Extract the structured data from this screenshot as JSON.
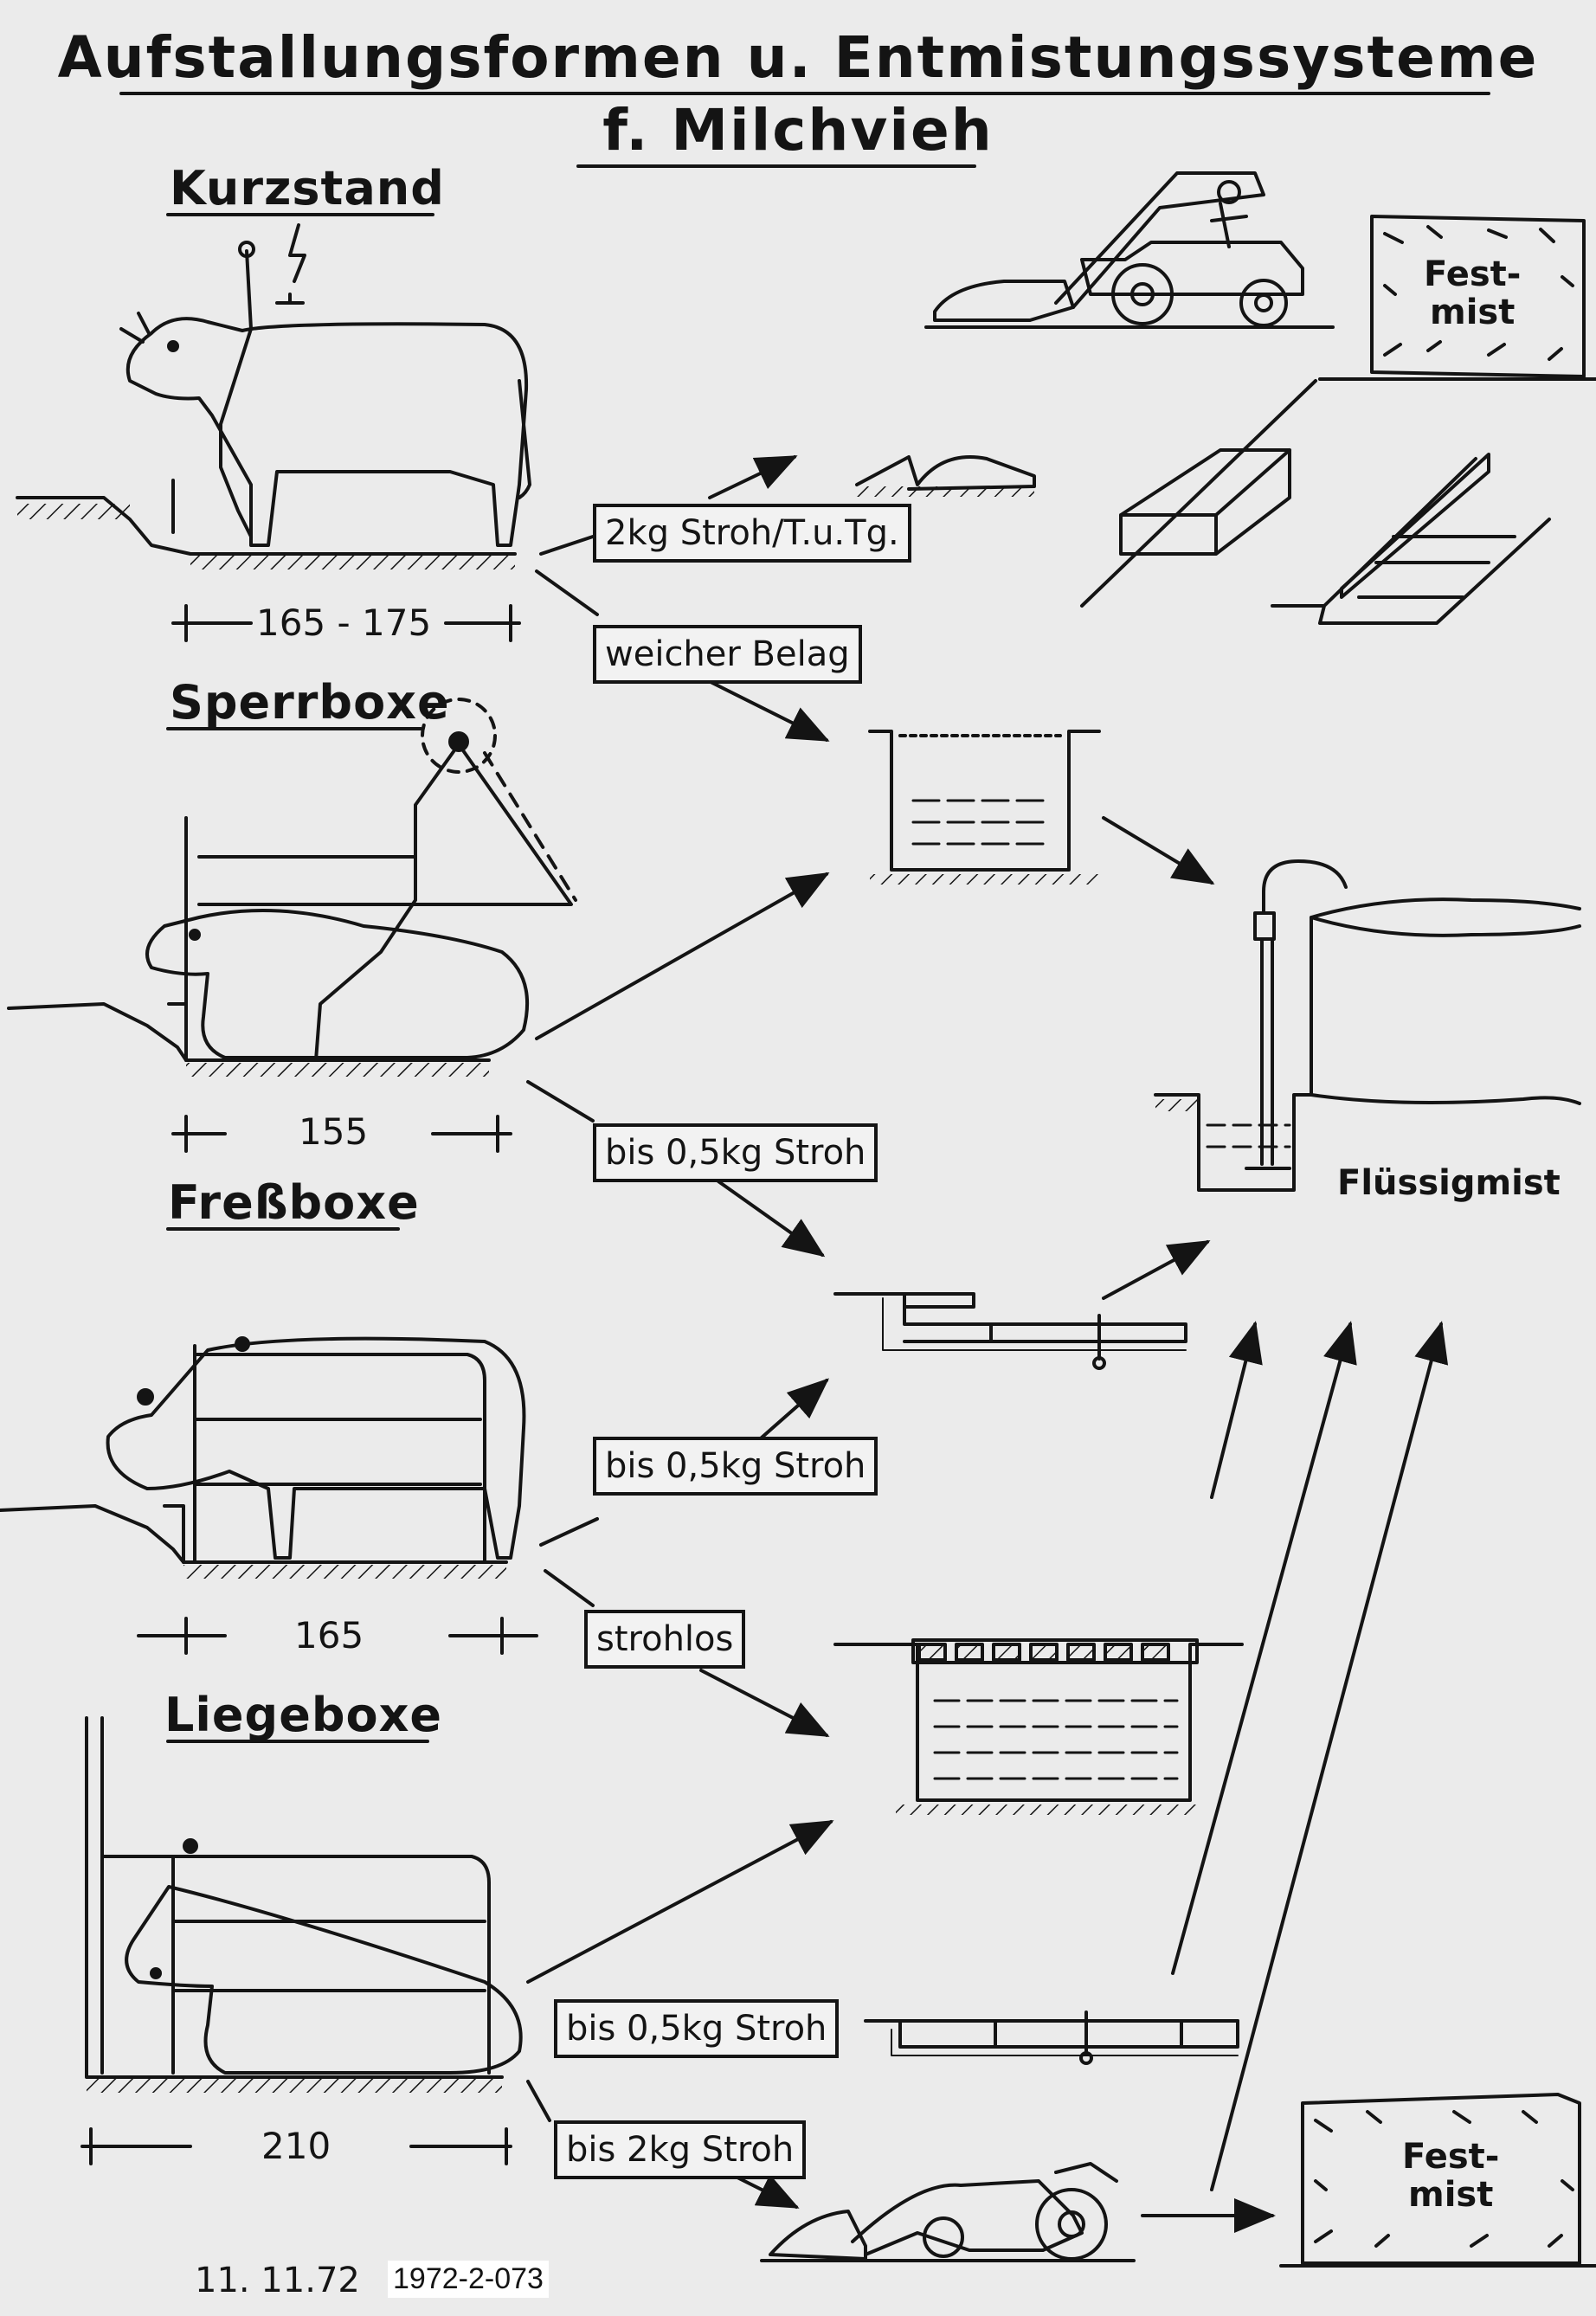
{
  "title": {
    "line1": "Aufstallungsformen u. Entmistungssysteme",
    "line2": "f. Milchvieh"
  },
  "sections": [
    {
      "name": "Kurzstand",
      "dimension": "165 - 175"
    },
    {
      "name": "Sperrboxe",
      "dimension": "155"
    },
    {
      "name": "Freßboxe",
      "dimension": "165"
    },
    {
      "name": "Liegeboxe",
      "dimension": "210"
    }
  ],
  "bedding_labels": [
    "2kg Stroh/T.u.Tg.",
    "weicher Belag",
    "bis 0,5kg Stroh",
    "bis 0,5kg Stroh",
    "strohlos",
    "bis 0,5kg Stroh",
    "bis 2kg Stroh"
  ],
  "outputs": {
    "festmist_top": "Fest-\nmist",
    "fluessigmist": "Flüssigmist",
    "festmist_bottom": "Fest-\nmist"
  },
  "footer": {
    "date": "11. 11.72",
    "code": "1972-2-073"
  }
}
